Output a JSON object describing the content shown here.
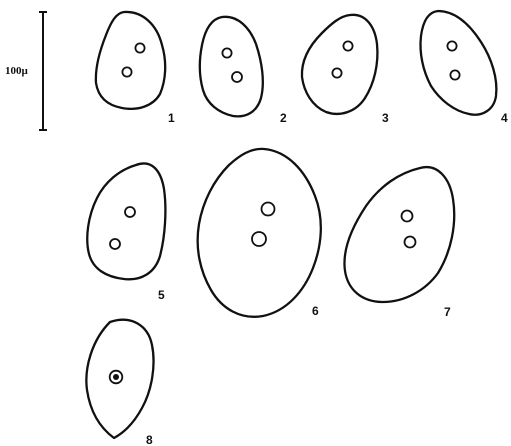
{
  "scale_bar": {
    "label": "100µ"
  },
  "cells": [
    {
      "label": "1",
      "nuclei": 2
    },
    {
      "label": "2",
      "nuclei": 2
    },
    {
      "label": "3",
      "nuclei": 2
    },
    {
      "label": "4",
      "nuclei": 2
    },
    {
      "label": "5",
      "nuclei": 2
    },
    {
      "label": "6",
      "nuclei": 2
    },
    {
      "label": "7",
      "nuclei": 2
    },
    {
      "label": "8",
      "nuclei": 1
    }
  ]
}
